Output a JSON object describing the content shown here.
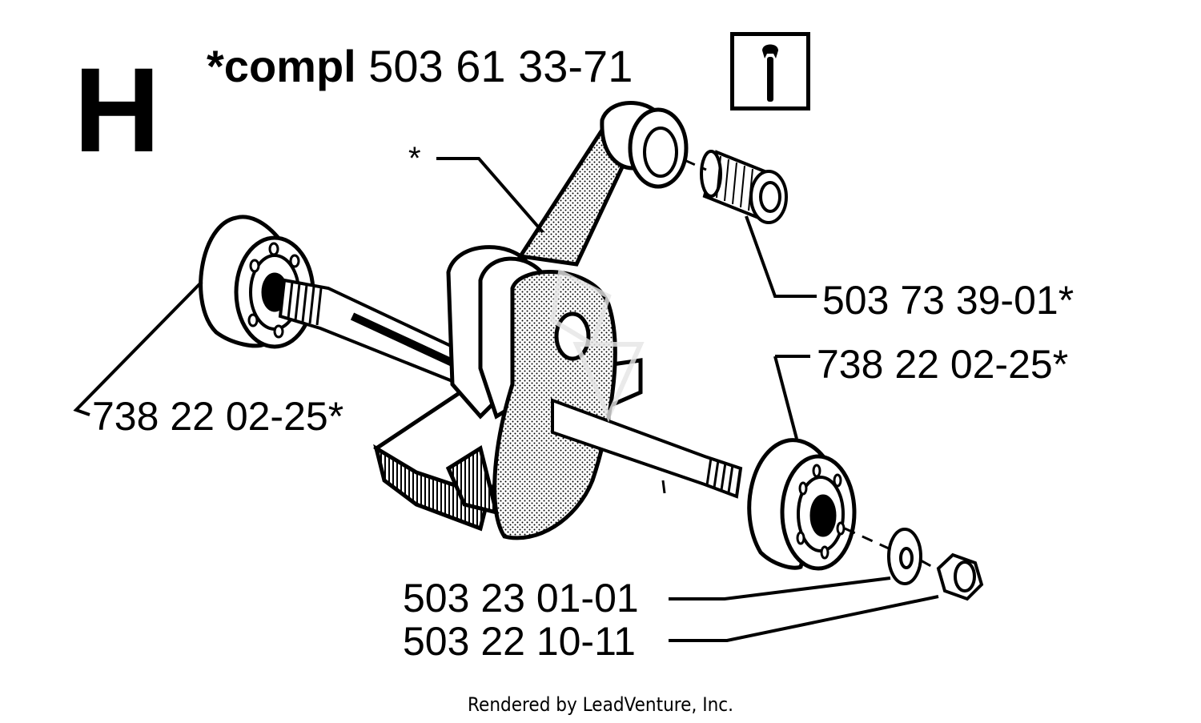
{
  "section_letter": "H",
  "assembly": {
    "prefix": "*compl",
    "number": "503 61 33-71"
  },
  "callouts": {
    "connecting_rod_star": "*",
    "bearing_left": "738 22 02-25*",
    "needle_bearing": "503 73 39-01*",
    "bearing_right": "738 22 02-25*",
    "washer": "503 23 01-01",
    "nut": "503 22 10-11"
  },
  "icons": {
    "tool_icon": "wrench-icon"
  },
  "footer": "Rendered by LeadVenture, Inc.",
  "colors": {
    "ink": "#000000",
    "paper": "#ffffff"
  }
}
